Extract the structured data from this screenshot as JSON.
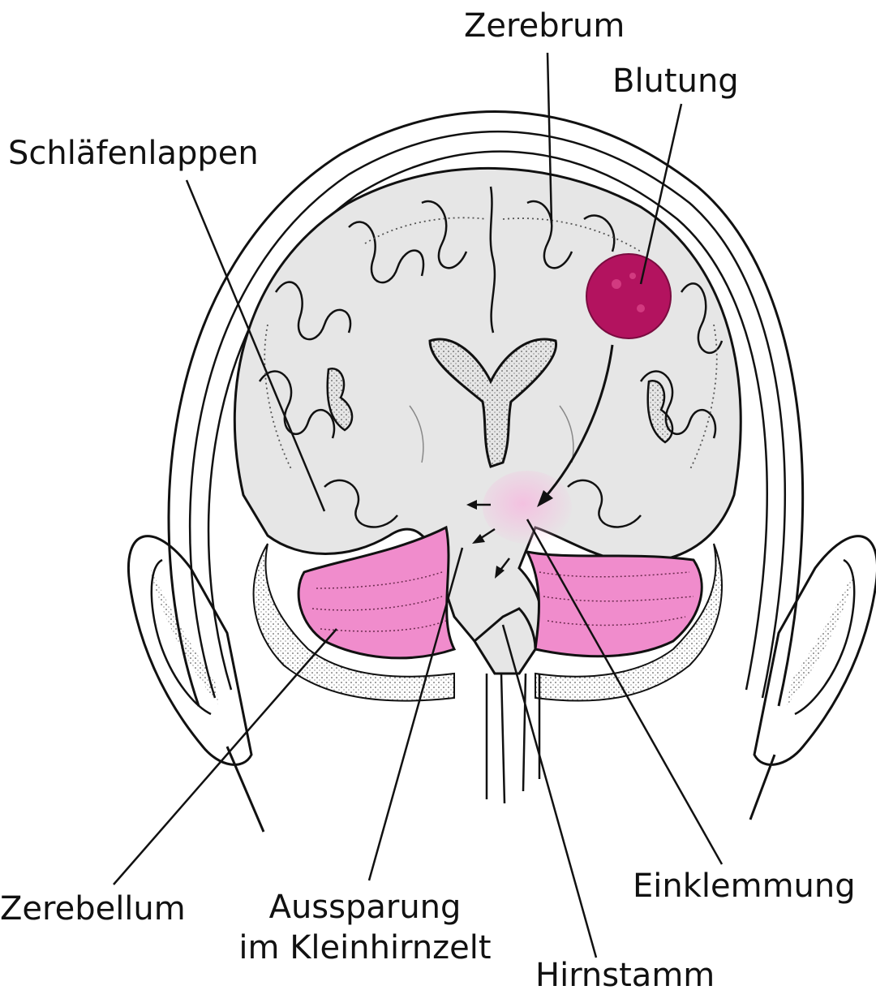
{
  "labels": {
    "cerebrum": "Zerebrum",
    "bleeding": "Blutung",
    "temporal_lobe": "Schläfenlappen",
    "cerebellum": "Zerebellum",
    "tentorial_notch_line1": "Aussparung",
    "tentorial_notch_line2": "im Kleinhirnzelt",
    "brainstem": "Hirnstamm",
    "herniation": "Einklemmung"
  },
  "colors": {
    "brain_tissue": "#e6e6e6",
    "cerebellum_pink": "#f08ccc",
    "hemorrhage": "#b3135f",
    "herniation_tint": "#f4bfe0",
    "outline": "#111111"
  }
}
